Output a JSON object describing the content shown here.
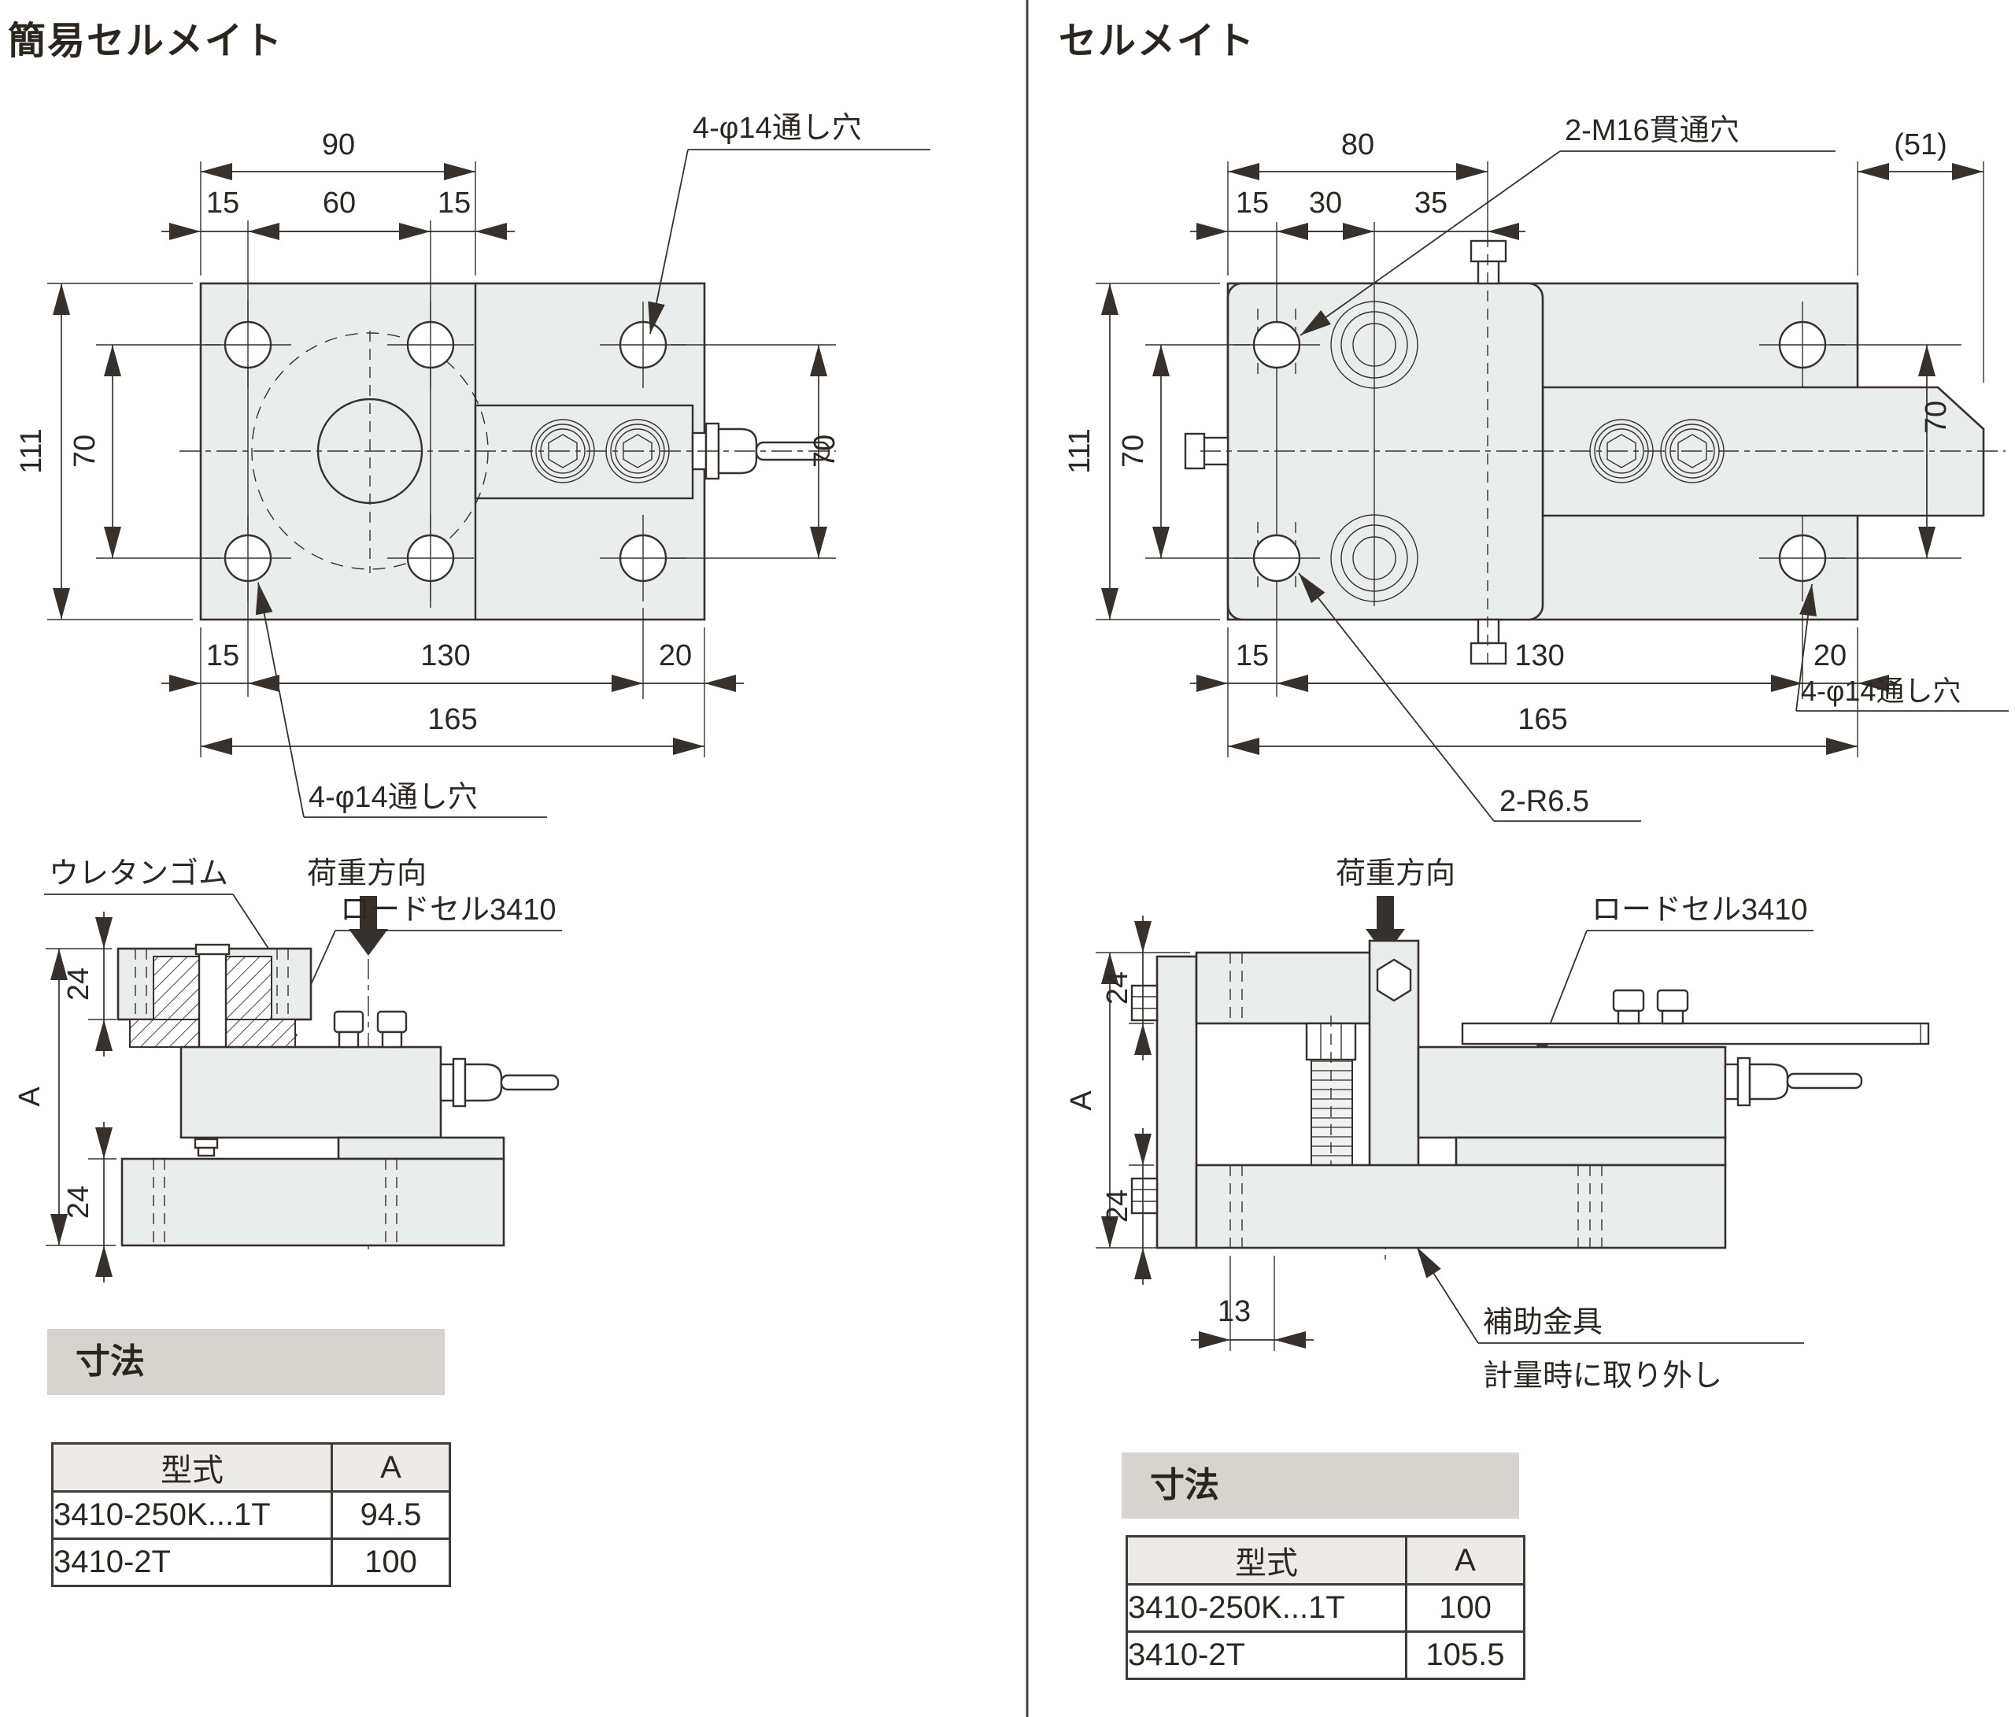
{
  "left": {
    "title": "簡易セルメイト",
    "top_view": {
      "dim_90": "90",
      "dim_15_left": "15",
      "dim_60": "60",
      "dim_15_right": "15",
      "dim_111": "111",
      "dim_70_holes": "70",
      "dim_70_right": "70",
      "dim_15_bottom": "15",
      "dim_130": "130",
      "dim_20": "20",
      "dim_165": "165",
      "label_holes_top": "4-φ14通し穴",
      "label_holes_bottom": "4-φ14通し穴"
    },
    "side_view": {
      "label_urethane": "ウレタンゴム",
      "label_load_direction": "荷重方向",
      "label_load_cell": "ロードセル3410",
      "dim_24_top": "24",
      "dim_A": "A",
      "dim_24_bottom": "24"
    },
    "table": {
      "heading": "寸法",
      "columns": [
        "型式",
        "A"
      ],
      "rows": [
        [
          "3410-250K...1T",
          "94.5"
        ],
        [
          "3410-2T",
          "100"
        ]
      ]
    }
  },
  "right": {
    "title": "セルメイト",
    "top_view": {
      "dim_80": "80",
      "dim_15": "15",
      "dim_30": "30",
      "dim_35": "35",
      "dim_51": "(51)",
      "label_m16": "2-M16貫通穴",
      "dim_70_right": "70",
      "dim_111": "111",
      "dim_70_holes": "70",
      "dim_15_bottom": "15",
      "dim_130": "130",
      "dim_20": "20",
      "dim_165": "165",
      "label_r65": "2-R6.5",
      "label_holes": "4-φ14通し穴"
    },
    "side_view": {
      "label_load_direction": "荷重方向",
      "label_load_cell": "ロードセル3410",
      "dim_24_top": "24",
      "dim_A": "A",
      "dim_24_bottom": "24",
      "dim_13": "13",
      "label_aux_1": "補助金具",
      "label_aux_2": "計量時に取り外し"
    },
    "table": {
      "heading": "寸法",
      "columns": [
        "型式",
        "A"
      ],
      "rows": [
        [
          "3410-250K...1T",
          "100"
        ],
        [
          "3410-2T",
          "105.5"
        ]
      ]
    }
  }
}
